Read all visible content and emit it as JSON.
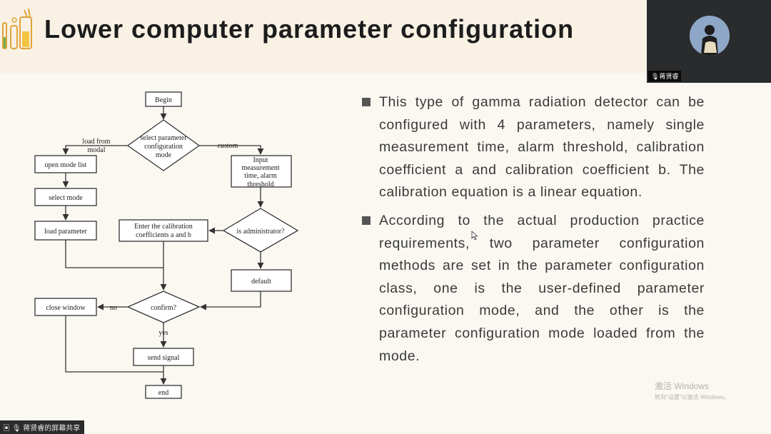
{
  "slide": {
    "title": "Lower computer parameter configuration",
    "bullets": [
      "This type of gamma radiation detector can be configured with 4 parameters, namely single measurement time, alarm threshold, calibration coefficient a and calibration coefficient b. The calibration equation is a linear equation.",
      "According to the actual production practice requirements, two parameter configuration methods are set in the parameter configuration class, one is the user-defined parameter configuration mode, and the other is the parameter configuration mode loaded from the mode."
    ]
  },
  "flowchart": {
    "begin": "Begin",
    "select_l1": "select parameter",
    "select_l2": "configuration",
    "select_l3": "mode",
    "load_from_l1": "load from",
    "load_from_l2": "modal",
    "custom": "custom",
    "open_mode_list": "open mode list",
    "select_mode": "select mode",
    "load_parameter": "load parameter",
    "input_l1": "Input",
    "input_l2": "measurement",
    "input_l3": "time, alarm",
    "input_l4": "threshold",
    "admin": "is administrator?",
    "calib_l1": "Enter the calibration",
    "calib_l2": "coefficients a and b",
    "default": "default",
    "confirm": "confirm?",
    "no": "no",
    "close_window": "close window",
    "yes": "yes",
    "send_signal": "send signal",
    "end": "end"
  },
  "webcam": {
    "label": "蒋贤睿"
  },
  "watermark": {
    "line1": "激活 Windows",
    "line2": "转到\"设置\"以激活 Windows。"
  },
  "share_bar": {
    "label": "蒋贤睿的屏幕共享"
  }
}
